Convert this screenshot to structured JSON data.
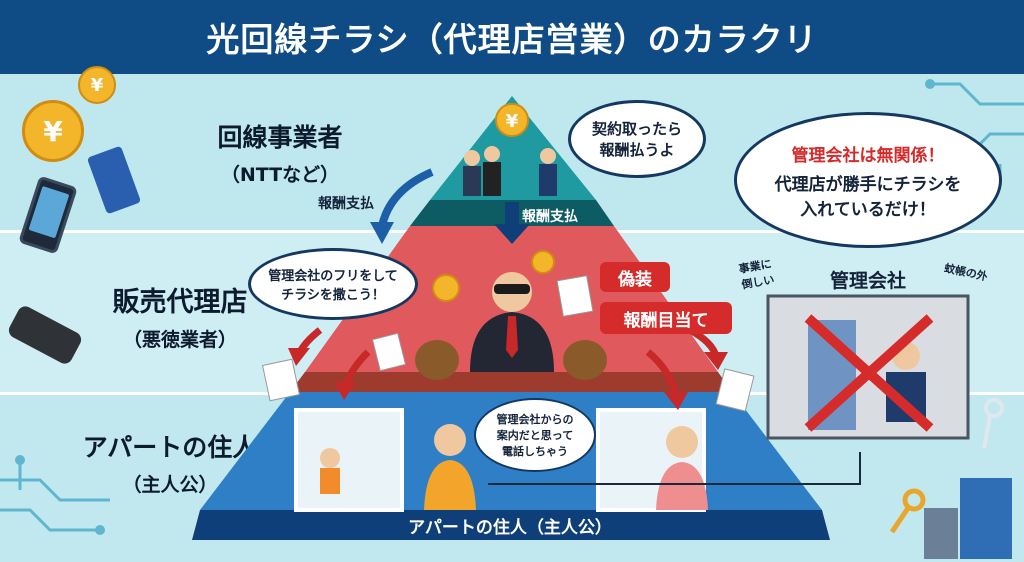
{
  "title": "光回線チラシ（代理店営業）のカラクリ",
  "tiers": {
    "top": {
      "name": "回線事業者",
      "sub": "（NTTなど）"
    },
    "middle": {
      "name": "販売代理店",
      "sub": "（悪徳業者）"
    },
    "bottom": {
      "name": "アパートの住人",
      "sub": "（主人公）"
    }
  },
  "bubbles": {
    "top_speech": "契約取ったら\n報酬払うよ",
    "agent_speech": "管理会社のフリをして\nチラシを撒こう！",
    "resident_speech": "管理会社からの\n案内だと思って\n電話しちゃう",
    "mgmt_speech_red": "管理会社は無関係！",
    "mgmt_speech_black": "代理店が勝手にチラシを\n入れているだけ！"
  },
  "labels": {
    "reward_left": "報酬支払",
    "reward_center": "報酬支払",
    "tag_fake": "偽装",
    "tag_reward": "報酬目当て",
    "pyramid_base": "アパートの住人（主人公）",
    "mgmt_company": "管理会社",
    "mgmt_left_note": "事業に\n倒しい",
    "mgmt_right_note": "蚊帳の外"
  },
  "colors": {
    "navy": "#0f4b84",
    "top_tier": "#1e9aa0",
    "middle_tier": "#e0595c",
    "bottom_tier": "#2f7fc7",
    "red": "#d62b2b"
  }
}
